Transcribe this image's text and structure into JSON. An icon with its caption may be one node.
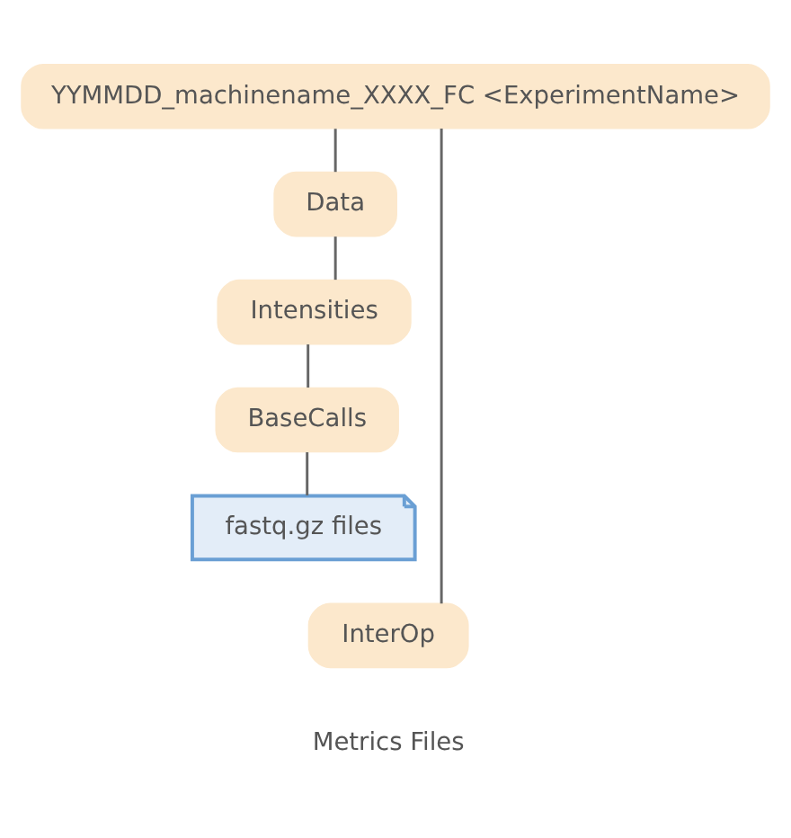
{
  "diagram": {
    "nodes": [
      {
        "text": [
          "YYMMDD_machinename_XXXX_FC <ExperimentName>"
        ]
      },
      {
        "text": [
          "Data"
        ]
      },
      {
        "text": [
          "Intensities"
        ]
      },
      {
        "text": [
          "BaseCalls"
        ]
      },
      {
        "text": [
          "fastq.gz files"
        ]
      },
      {
        "text": [
          "InterOp"
        ],
        "beside": [
          "Metrics Files"
        ]
      }
    ],
    "edges": [
      {
        "from": 0,
        "to": 1,
        "arrow": "none"
      },
      {
        "from": 1,
        "to": 2,
        "arrow": "none"
      },
      {
        "from": 2,
        "to": 3,
        "arrow": "none"
      },
      {
        "from": 3,
        "to": 4,
        "arrow": "none"
      },
      {
        "from": 0,
        "to": 5,
        "arrow": "none"
      }
    ]
  }
}
